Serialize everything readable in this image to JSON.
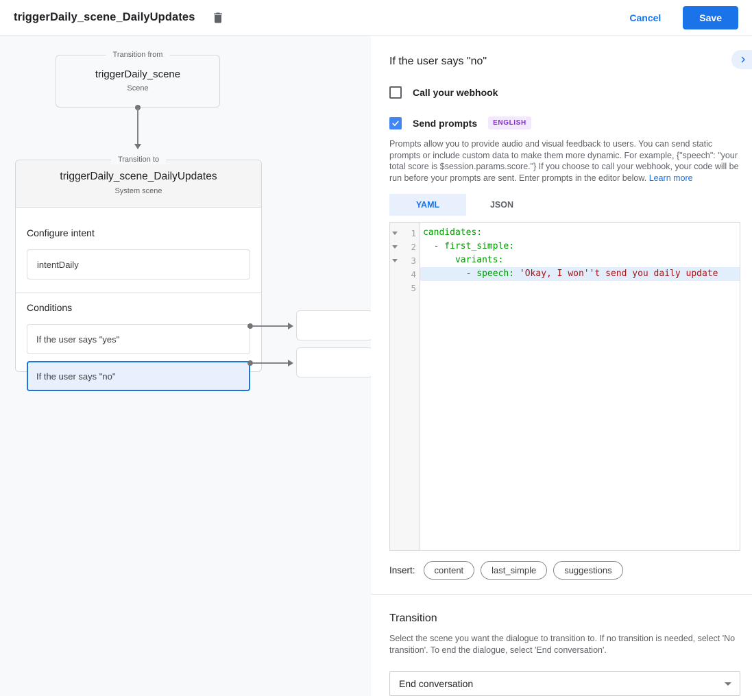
{
  "app_bar": {
    "title": "triggerDaily_scene_DailyUpdates",
    "delete_icon": "trash-icon",
    "cancel_label": "Cancel",
    "save_label": "Save"
  },
  "colors": {
    "accent_blue": "#1a73e8",
    "checkbox_blue": "#4285f4",
    "selected_condition_bg": "#e8f0fe",
    "badge_text": "#8430ce",
    "badge_bg": "#f3e8fd",
    "code_key_green": "#009900",
    "code_string_red": "#aa1111",
    "active_line_bg": "#e3eefc",
    "canvas_bg": "#f8f9fa"
  },
  "canvas": {
    "from_node": {
      "label": "Transition from",
      "title": "triggerDaily_scene",
      "subtitle": "Scene"
    },
    "to_node": {
      "label": "Transition to",
      "title": "triggerDaily_scene_DailyUpdates",
      "subtitle": "System scene",
      "configure_intent_heading": "Configure intent",
      "intent_value": "intentDaily",
      "conditions_heading": "Conditions",
      "conditions": [
        {
          "label": "If the user says \"yes\"",
          "selected": false
        },
        {
          "label": "If the user says \"no\"",
          "selected": true
        }
      ]
    }
  },
  "panel": {
    "title": "If the user says \"no\"",
    "collapse_icon": "chevron-right-icon",
    "webhook_checkbox": {
      "label": "Call your webhook",
      "checked": false
    },
    "prompts_checkbox": {
      "label": "Send prompts",
      "checked": true,
      "badge": "ENGLISH"
    },
    "description": "Prompts allow you to provide audio and visual feedback to users. You can send static prompts or include custom data to make them more dynamic. For example, {\"speech\": \"your total score is $session.params.score.\"} If you choose to call your webhook, your code will be run before your prompts are sent. Enter prompts in the editor below.",
    "learn_more": "Learn more",
    "tabs": [
      {
        "label": "YAML",
        "active": true
      },
      {
        "label": "JSON",
        "active": false
      }
    ],
    "editor": {
      "lines": [
        {
          "number": "1",
          "fold": true,
          "active": false,
          "segments": [
            {
              "type": "key",
              "text": "candidates:"
            }
          ]
        },
        {
          "number": "2",
          "fold": true,
          "active": false,
          "segments": [
            {
              "type": "key",
              "text": "  - first_simple:"
            }
          ]
        },
        {
          "number": "3",
          "fold": true,
          "active": false,
          "segments": [
            {
              "type": "key",
              "text": "      variants:"
            }
          ]
        },
        {
          "number": "4",
          "fold": false,
          "active": true,
          "segments": [
            {
              "type": "key",
              "text": "        - speech: "
            },
            {
              "type": "string",
              "text": "'Okay, I won''t send you daily update"
            }
          ]
        },
        {
          "number": "5",
          "fold": false,
          "active": false,
          "segments": []
        }
      ]
    },
    "insert": {
      "label": "Insert:",
      "chips": [
        "content",
        "last_simple",
        "suggestions"
      ]
    },
    "transition": {
      "heading": "Transition",
      "description": "Select the scene you want the dialogue to transition to. If no transition is needed, select 'No transition'. To end the dialogue, select 'End conversation'.",
      "dropdown_value": "End conversation",
      "dropdown_icon": "caret-down-icon"
    }
  }
}
